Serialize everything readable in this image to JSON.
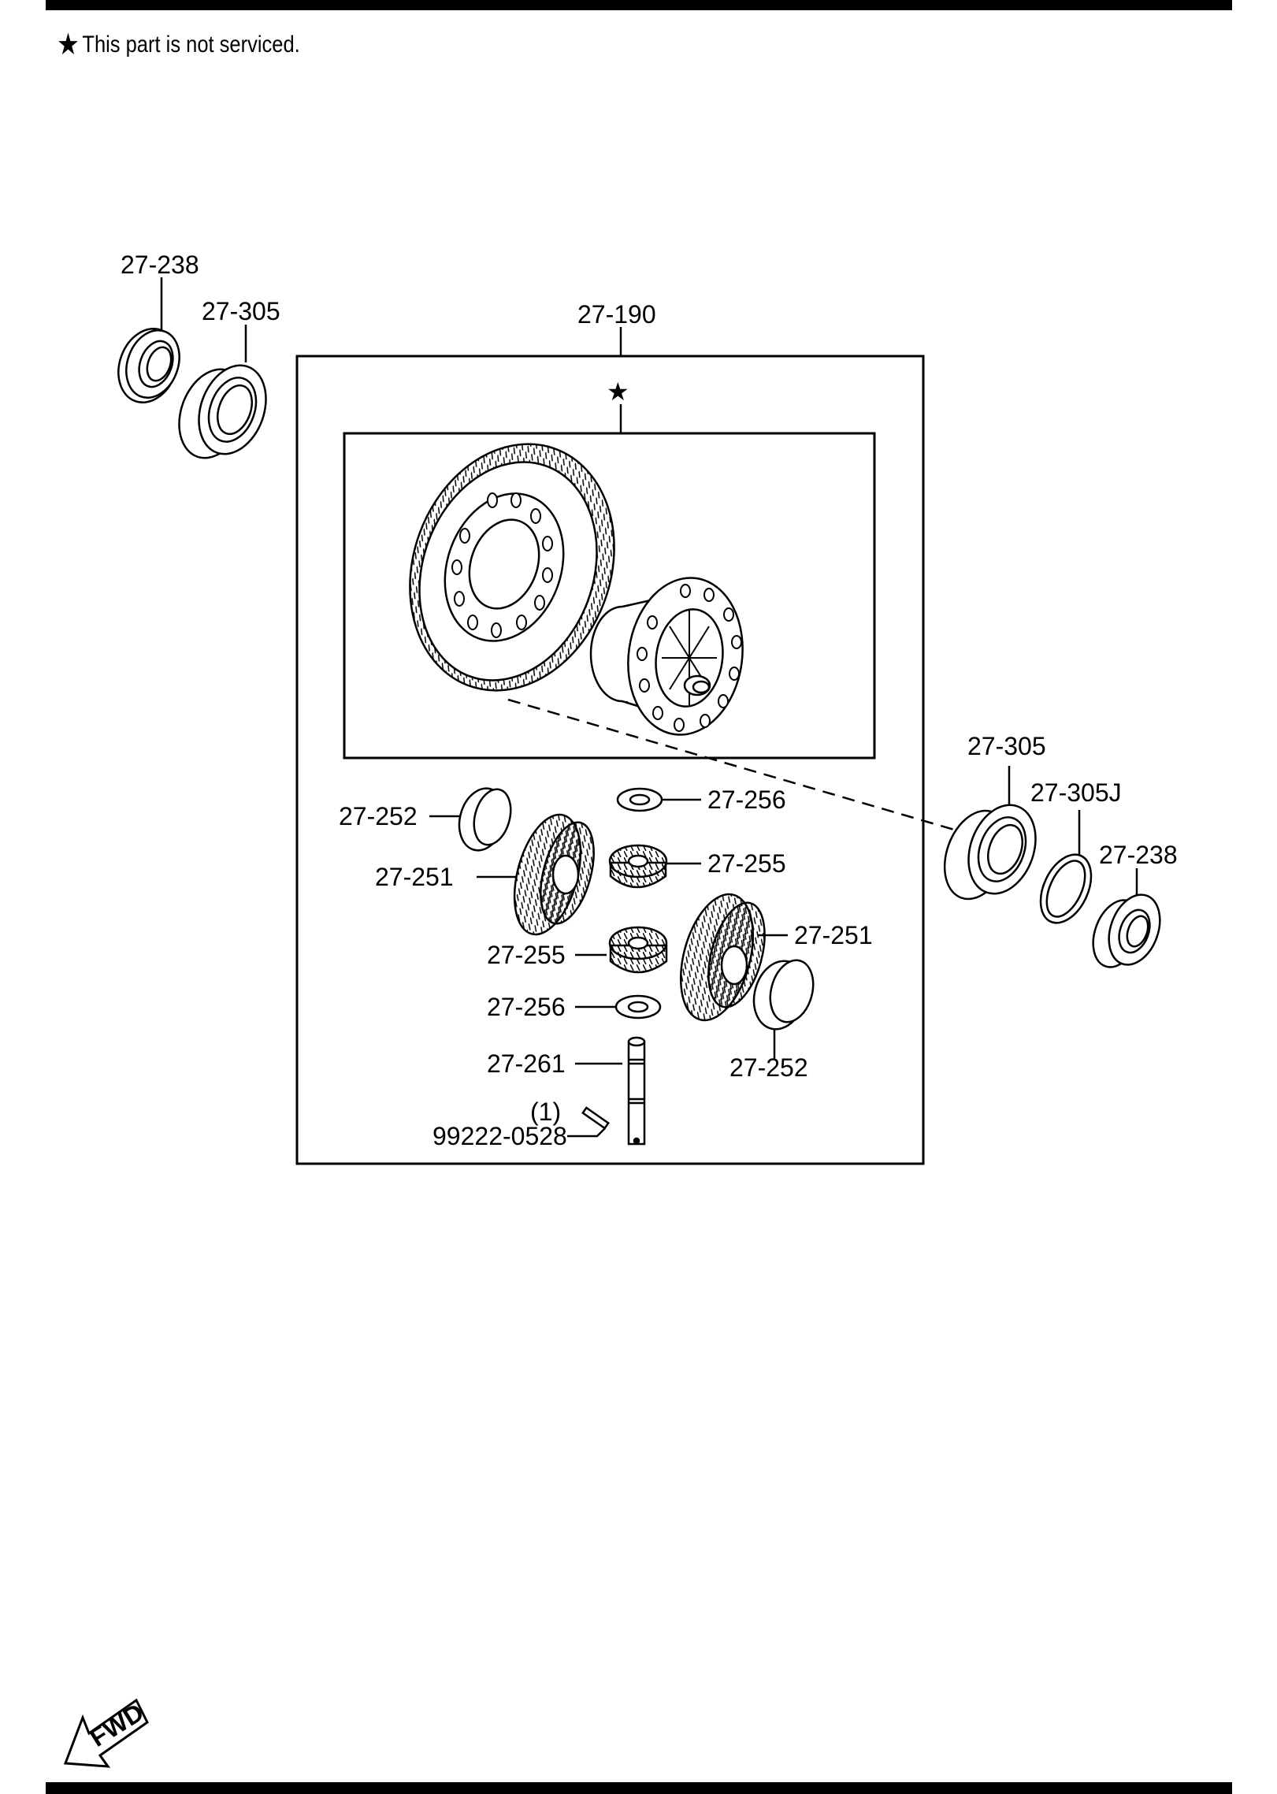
{
  "note": {
    "symbol": "★",
    "text": "This part is not serviced."
  },
  "assembly": {
    "label": "27-190",
    "symbol": "★"
  },
  "labels": {
    "bearing_seal_left": "27-238",
    "bearing_left": "27-305",
    "side_gear_thrust_washer_left": "27-252",
    "side_gear_left": "27-251",
    "pinion_washer_top": "27-256",
    "pinion_gear_top": "27-255",
    "pinion_gear_bottom": "27-255",
    "side_gear_right": "27-251",
    "pinion_washer_bottom": "27-256",
    "pinion_shaft": "27-261",
    "side_gear_thrust_washer_right": "27-252",
    "pin_qty": "(1)",
    "pin_part": "99222-0528",
    "bearing_right": "27-305",
    "shim_right": "27-305J",
    "bearing_seal_right": "27-238"
  },
  "fwd_icon": {
    "icon": "fwd-arrow-icon",
    "text": "FWD"
  }
}
